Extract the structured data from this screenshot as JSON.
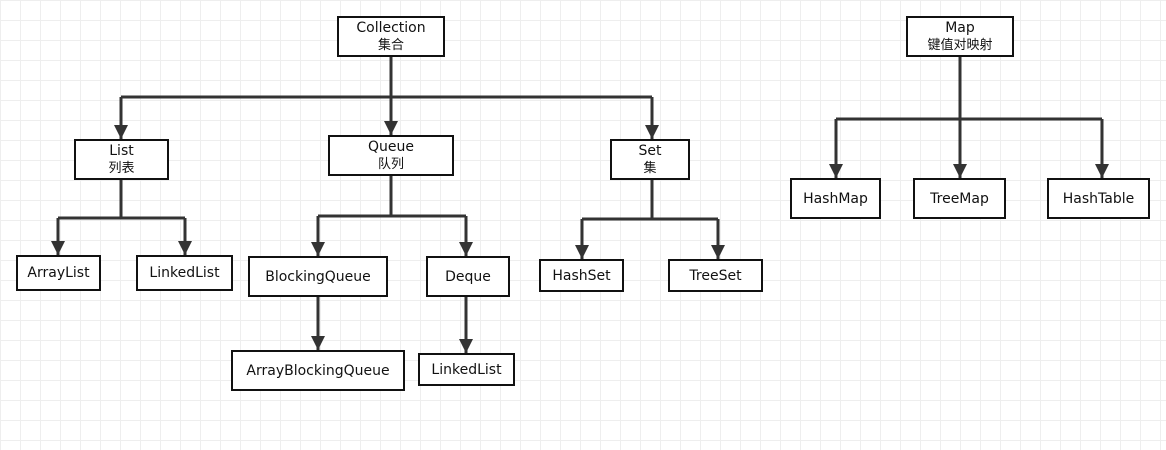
{
  "nodes": [
    {
      "id": "collection",
      "label": "Collection",
      "sublabel": "集合"
    },
    {
      "id": "map",
      "label": "Map",
      "sublabel": "键值对映射"
    },
    {
      "id": "list",
      "label": "List",
      "sublabel": "列表"
    },
    {
      "id": "queue",
      "label": "Queue",
      "sublabel": "队列"
    },
    {
      "id": "set",
      "label": "Set",
      "sublabel": "集"
    },
    {
      "id": "hashmap",
      "label": "HashMap"
    },
    {
      "id": "treemap",
      "label": "TreeMap"
    },
    {
      "id": "hashtable",
      "label": "HashTable"
    },
    {
      "id": "arraylist",
      "label": "ArrayList"
    },
    {
      "id": "linkedlist1",
      "label": "LinkedList"
    },
    {
      "id": "blockingqueue",
      "label": "BlockingQueue"
    },
    {
      "id": "deque",
      "label": "Deque"
    },
    {
      "id": "hashset",
      "label": "HashSet"
    },
    {
      "id": "treeset",
      "label": "TreeSet"
    },
    {
      "id": "arrayblockingqueue",
      "label": "ArrayBlockingQueue"
    },
    {
      "id": "linkedlist2",
      "label": "LinkedList"
    }
  ],
  "edges": [
    {
      "from": "collection",
      "to": "list"
    },
    {
      "from": "collection",
      "to": "queue"
    },
    {
      "from": "collection",
      "to": "set"
    },
    {
      "from": "list",
      "to": "arraylist"
    },
    {
      "from": "list",
      "to": "linkedlist1"
    },
    {
      "from": "queue",
      "to": "blockingqueue"
    },
    {
      "from": "queue",
      "to": "deque"
    },
    {
      "from": "set",
      "to": "hashset"
    },
    {
      "from": "set",
      "to": "treeset"
    },
    {
      "from": "blockingqueue",
      "to": "arrayblockingqueue"
    },
    {
      "from": "deque",
      "to": "linkedlist2"
    },
    {
      "from": "map",
      "to": "hashmap"
    },
    {
      "from": "map",
      "to": "treemap"
    },
    {
      "from": "map",
      "to": "hashtable"
    }
  ]
}
